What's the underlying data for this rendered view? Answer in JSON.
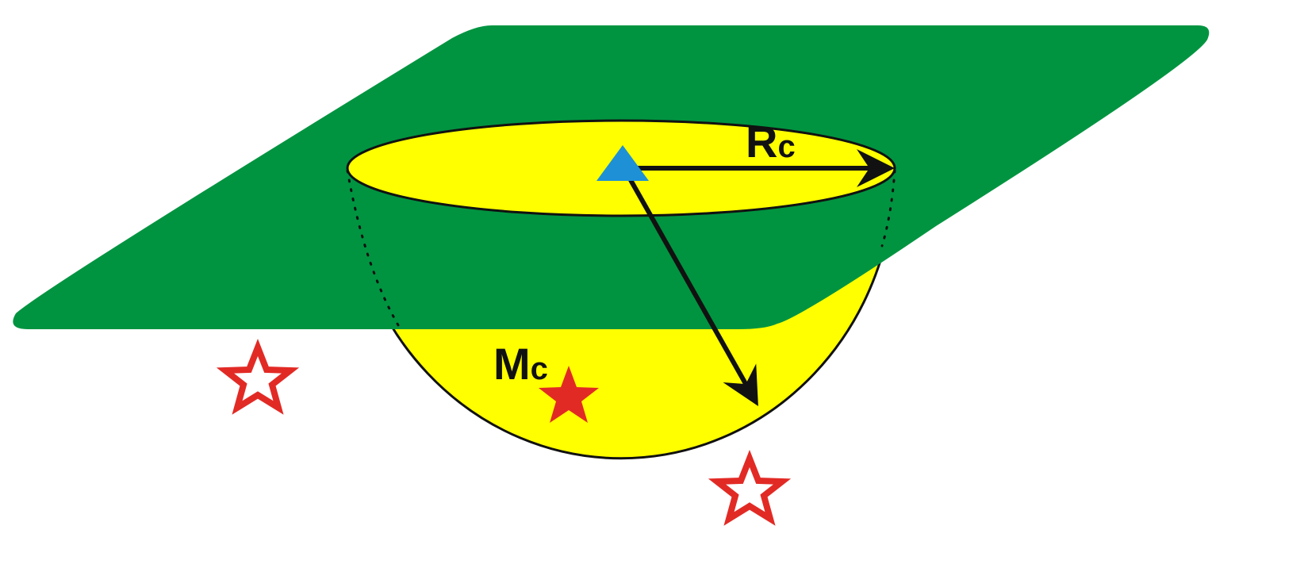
{
  "labels": {
    "radius_main": "R",
    "radius_sub": "c",
    "magnitude_main": "M",
    "magnitude_sub": "c"
  },
  "colors": {
    "plane": "#009440",
    "hemisphere": "#ffff00",
    "outline": "#111111",
    "station": "#1e90d6",
    "event": "#e22a25",
    "event_hollow_fill": "#ffffff"
  },
  "icons": {
    "station": "triangle-station-icon",
    "target_event": "filled-star-icon",
    "other_event": "hollow-star-icon"
  }
}
